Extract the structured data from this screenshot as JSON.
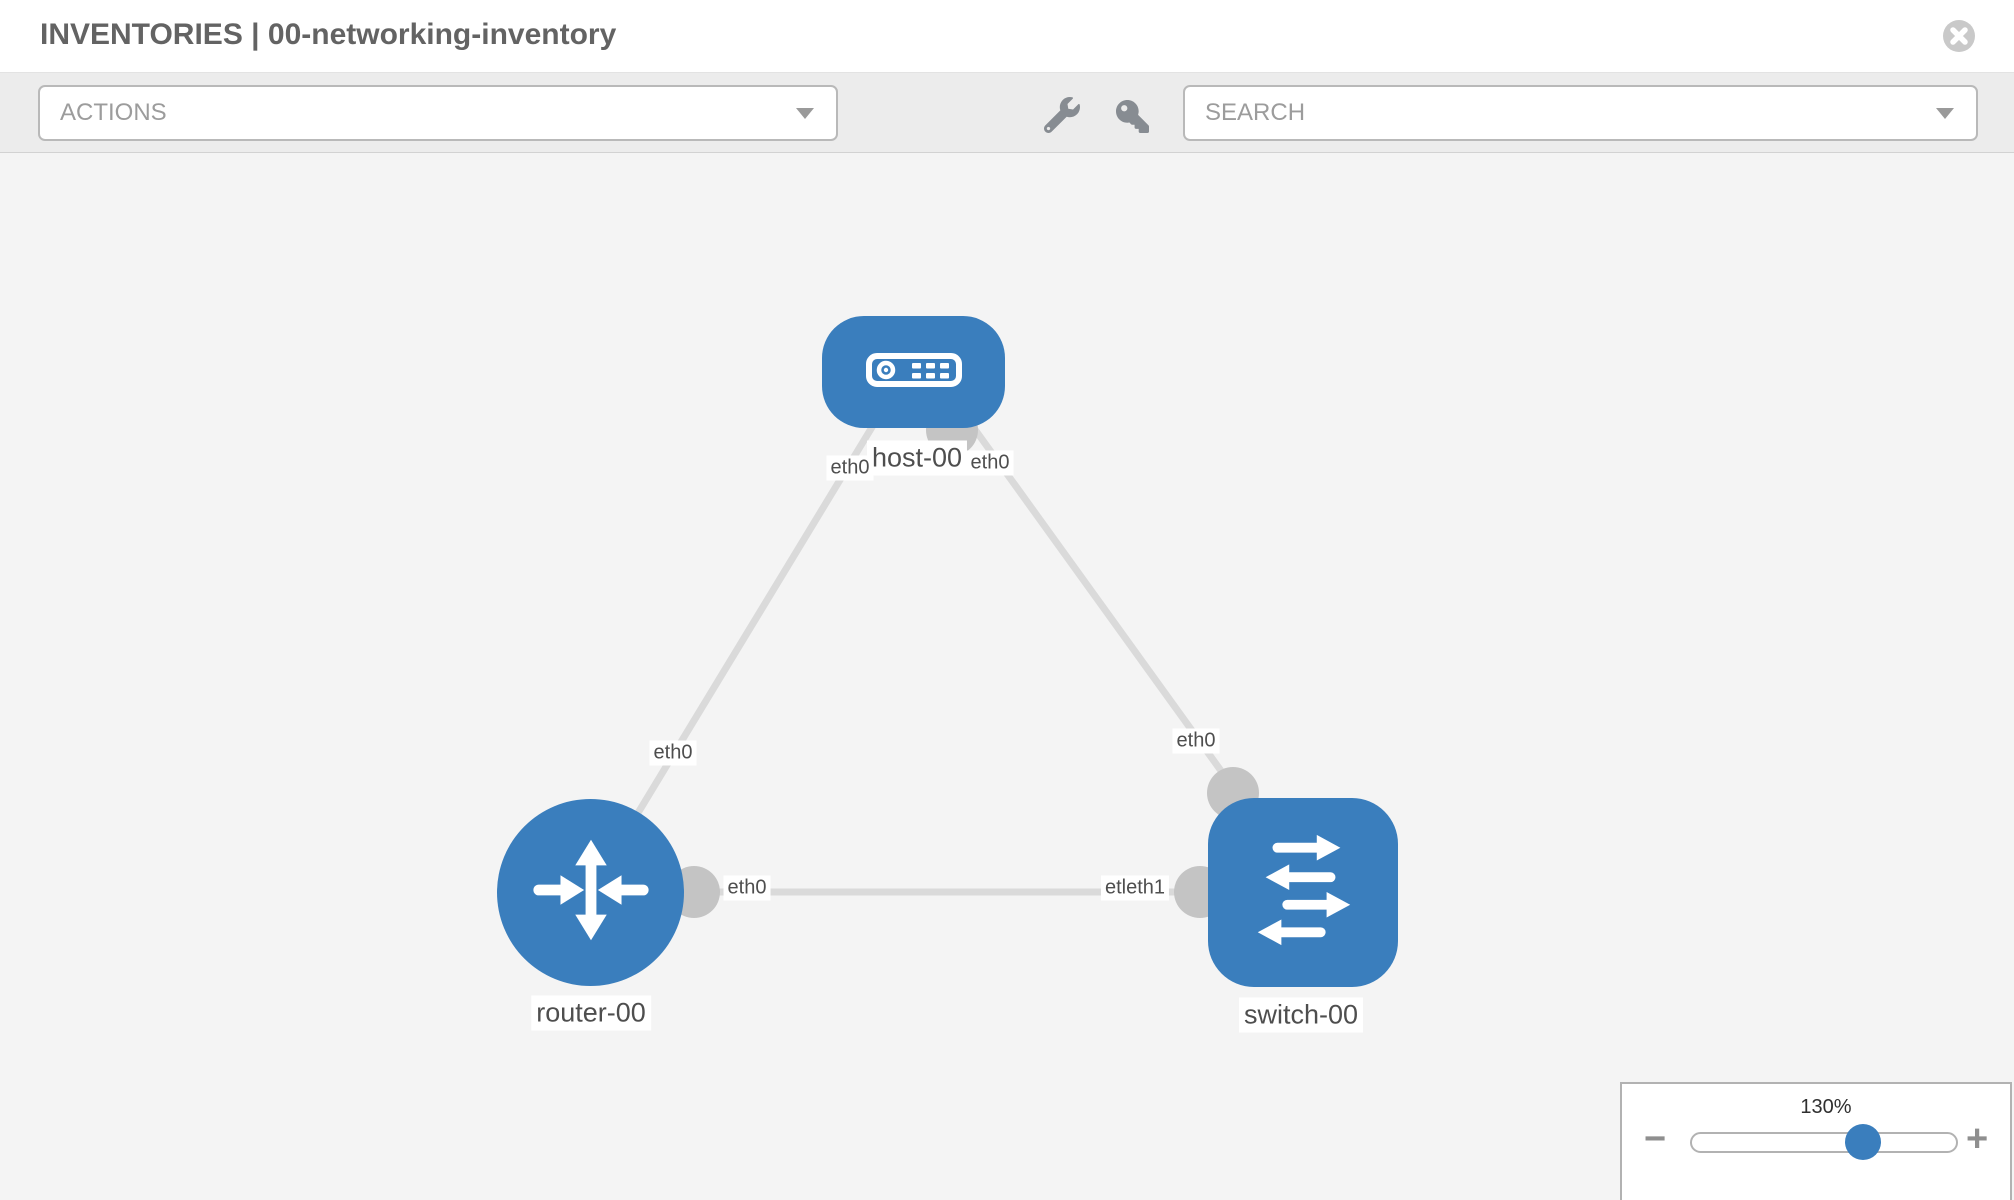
{
  "header": {
    "title": "INVENTORIES | 00-networking-inventory",
    "close_icon": "close-circle-icon"
  },
  "toolbar": {
    "actions_label": "ACTIONS",
    "search_placeholder": "SEARCH",
    "icons": [
      {
        "name": "wrench-icon"
      },
      {
        "name": "key-icon"
      }
    ]
  },
  "topology": {
    "nodes": [
      {
        "id": "host-00",
        "type": "host",
        "label": "host-00",
        "icon": "server-icon"
      },
      {
        "id": "router-00",
        "type": "router",
        "label": "router-00",
        "icon": "router-arrows-icon"
      },
      {
        "id": "switch-00",
        "type": "switch",
        "label": "switch-00",
        "icon": "switch-arrows-icon"
      }
    ],
    "links": [
      {
        "from": "host-00",
        "to": "router-00",
        "from_label": "eth0",
        "to_label": "eth0"
      },
      {
        "from": "host-00",
        "to": "switch-00",
        "from_label": "eth0",
        "to_label": "eth0"
      },
      {
        "from": "router-00",
        "to": "switch-00",
        "from_label": "eth0",
        "to_label": "etleth1"
      }
    ]
  },
  "zoom_control": {
    "level": "130%",
    "percent": 130,
    "minus_label": "−",
    "plus_label": "+"
  },
  "colors": {
    "node_blue": "#3a7ebd",
    "link_gray": "#dadada",
    "interface_dot_gray": "#c4c4c4",
    "toolbar_gray": "#ececec",
    "canvas_gray": "#f4f4f4",
    "text_gray": "#636363"
  }
}
